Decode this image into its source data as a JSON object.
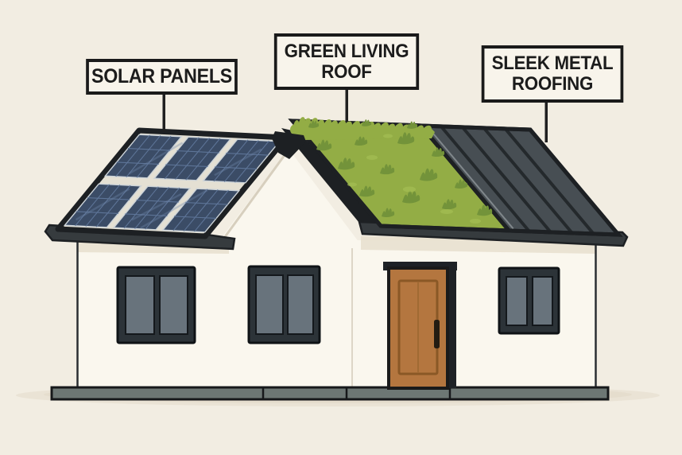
{
  "labels": {
    "solar": {
      "text": "SOLAR PANELS"
    },
    "green": {
      "line1": "GREEN LIVING",
      "line2": "ROOF"
    },
    "metal": {
      "line1": "SLEEK METAL",
      "line2": "ROOFING"
    }
  },
  "colors": {
    "background": "#f2ede2",
    "box_bg": "#f8f4eb",
    "box_border": "#1a1a1a",
    "text": "#1c1c1c",
    "wall": "#faf7ee",
    "wall_shadow": "#e6ddcc",
    "gable_shade": "#d7cfbe",
    "outline": "#1d2023",
    "fascia": "#363b3e",
    "roof_gap": "#e4e0d3",
    "panel": "#3b4c66",
    "panel_line": "#5d7497",
    "panel_streak": "#7188ad",
    "grass": "#93ad45",
    "grass_dark": "#73933a",
    "grass_light": "#a6c055",
    "metal": "#474e53",
    "metal_seam": "#24292c",
    "metal_edge": "#8f969a",
    "window_frame": "#2c3338",
    "window_pane": "#68737c",
    "door": "#b4763f",
    "door_trim": "#8a5826",
    "door_dark": "#1e2226",
    "handle": "#241c12",
    "base": "#6d7774",
    "ground_shadow": "#e3dbca",
    "pointer": "#202020"
  }
}
